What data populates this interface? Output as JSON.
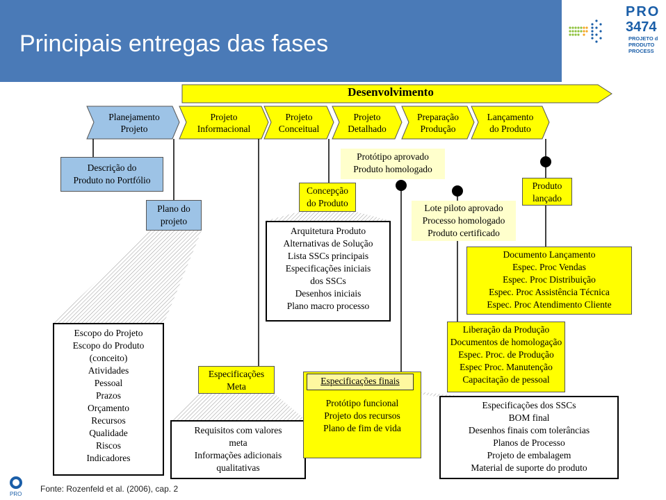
{
  "header": {
    "title": "Principais entregas das fases"
  },
  "logo": {
    "top": "PRO",
    "num": "3474",
    "sub1": "PROJETO d",
    "sub2": "PRODUTO",
    "sub3": "PROCESS",
    "corner": "PRO"
  },
  "diagram": {
    "banner": "Desenvolvimento",
    "phases": [
      [
        "Planejamento",
        "Projeto"
      ],
      [
        "Projeto",
        "Informacional"
      ],
      [
        "Projeto",
        "Conceitual"
      ],
      [
        "Projeto",
        "Detalhado"
      ],
      [
        "Preparação",
        "Produção"
      ],
      [
        "Lançamento",
        "do Produto"
      ]
    ],
    "descricao": [
      "Descrição do",
      "Produto no Portfólio"
    ],
    "plano": [
      "Plano do",
      "projeto"
    ],
    "escopo": [
      "Escopo do Projeto",
      "Escopo do Produto",
      "(conceito)",
      "Atividades",
      "Pessoal",
      "Prazos",
      "Orçamento",
      "Recursos",
      "Qualidade",
      "Riscos",
      "Indicadores"
    ],
    "especMeta": [
      "Especificações",
      "Meta"
    ],
    "requisitos": [
      "Requisitos com valores",
      "meta",
      "Informações adicionais",
      "qualitativas"
    ],
    "concepcao": [
      "Concepção",
      "do Produto"
    ],
    "arquitetura": [
      "Arquitetura Produto",
      "Alternativas de Solução",
      "Lista SSCs principais",
      "Especificações iniciais",
      "dos SSCs",
      "Desenhos iniciais",
      "Plano macro  processo"
    ],
    "prototipo": [
      "Protótipo aprovado",
      "Produto homologado"
    ],
    "especFinaisTitle": "Especificações finais",
    "especFinais": [
      "Protótipo funcional",
      "Projeto dos recursos",
      "Plano de fim de vida"
    ],
    "lote": [
      "Lote piloto aprovado",
      "Processo homologado",
      "Produto certificado"
    ],
    "liberacao": [
      "Liberação da Produção",
      "Documentos de homologação",
      "Espec. Proc. de Produção",
      "Espec Proc. Manutenção",
      "Capacitação de pessoal"
    ],
    "especSSC": [
      "Especificações dos SSCs",
      "BOM final",
      "Desenhos finais com tolerâncias",
      "Planos de Processo",
      "Projeto de embalagem",
      "Material de suporte do produto"
    ],
    "produtoLancado": [
      "Produto",
      "lançado"
    ],
    "documento": [
      "Documento Lançamento",
      "Espec. Proc Vendas",
      "Espec. Proc Distribuição",
      "Espec. Proc Assistência Técnica",
      "Espec. Proc Atendimento Cliente"
    ]
  },
  "footer": {
    "source": "Fonte: Rozenfeld et al. (2006), cap. 2"
  },
  "colors": {
    "header": "#4a7ab7",
    "yellow": "#ffff00",
    "blue": "#9dc3e6"
  }
}
